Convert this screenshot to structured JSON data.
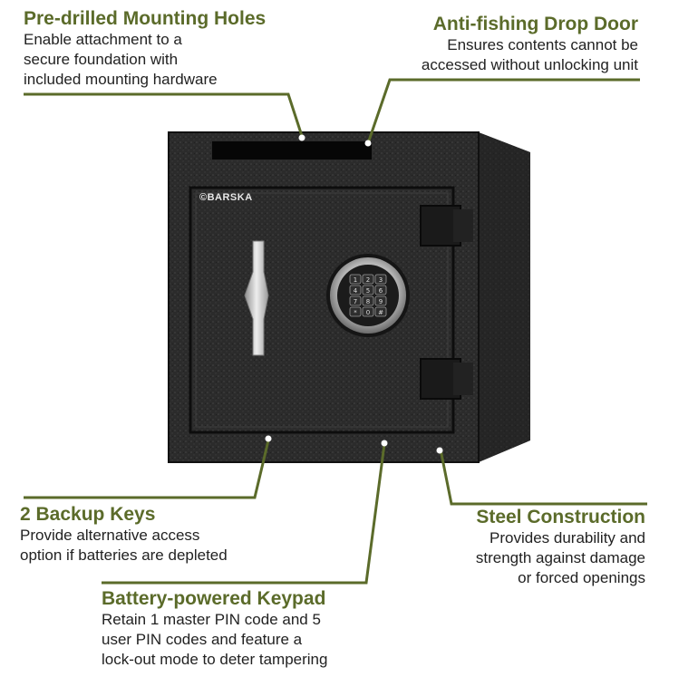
{
  "brand": "©BARSKA",
  "colors": {
    "title": "#5b6b2a",
    "line": "#5b6b2a",
    "safe": "#2a2a2a",
    "safe_dark": "#161616",
    "handle": "#cfcfcf"
  },
  "keypad_keys": [
    "1",
    "2",
    "3",
    "4",
    "5",
    "6",
    "7",
    "8",
    "9",
    "*",
    "0",
    "#"
  ],
  "callouts": [
    {
      "id": "mounting",
      "title": "Pre-drilled Mounting Holes",
      "desc": [
        "Enable attachment to a",
        "secure foundation with",
        "included mounting hardware"
      ]
    },
    {
      "id": "drop-door",
      "title": "Anti-fishing Drop Door",
      "desc": [
        "Ensures contents cannot be",
        "accessed without unlocking unit"
      ]
    },
    {
      "id": "keys",
      "title": "2 Backup Keys",
      "desc": [
        "Provide alternative access",
        "option if batteries are depleted"
      ]
    },
    {
      "id": "steel",
      "title": "Steel Construction",
      "desc": [
        "Provides durability and",
        "strength against damage",
        "or forced openings"
      ]
    },
    {
      "id": "keypad",
      "title": "Battery-powered Keypad",
      "desc": [
        "Retain 1 master PIN code and 5",
        "user PIN codes and feature a",
        "lock-out mode to deter tampering"
      ]
    }
  ]
}
